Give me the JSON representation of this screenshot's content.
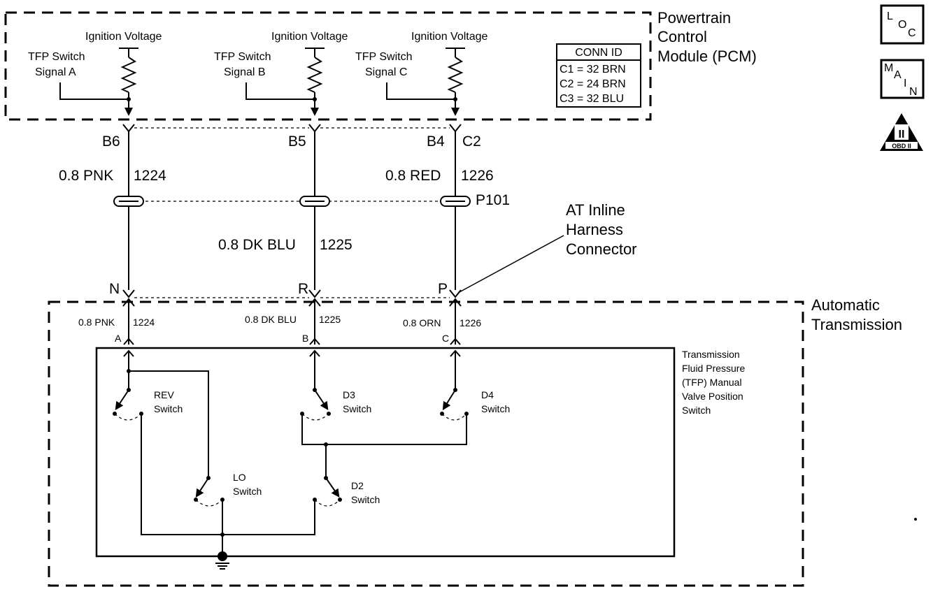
{
  "pcm": {
    "title_line1": "Powertrain",
    "title_line2": "Control",
    "title_line3": "Module (PCM)",
    "ignition_a": "Ignition Voltage",
    "ignition_b": "Ignition Voltage",
    "ignition_c": "Ignition Voltage",
    "signal_a_line1": "TFP Switch",
    "signal_a_line2": "Signal A",
    "signal_b_line1": "TFP Switch",
    "signal_b_line2": "Signal B",
    "signal_c_line1": "TFP Switch",
    "signal_c_line2": "Signal C",
    "conn_header": "CONN ID",
    "conn_rows": [
      "C1 = 32 BRN",
      "C2 = 24 BRN",
      "C3 = 32 BLU"
    ]
  },
  "pins": {
    "b6": "B6",
    "b5": "B5",
    "b4": "B4",
    "c2": "C2",
    "n": "N",
    "r": "R",
    "p": "P",
    "a": "A",
    "b": "B",
    "c": "C"
  },
  "wires": {
    "pnk_top": "0.8 PNK",
    "pnk_top_circuit": "1224",
    "red_top": "0.8 RED",
    "red_top_circuit": "1226",
    "dkblu_mid": "0.8 DK BLU",
    "dkblu_mid_circuit": "1225",
    "pnk_bot": "0.8 PNK",
    "pnk_bot_circuit": "1224",
    "dkblu_bot": "0.8 DK BLU",
    "dkblu_bot_circuit": "1225",
    "orn_bot": "0.8 ORN",
    "orn_bot_circuit": "1226"
  },
  "connector": {
    "id": "P101",
    "callout_line1": "AT Inline",
    "callout_line2": "Harness",
    "callout_line3": "Connector"
  },
  "transmission": {
    "title_line1": "Automatic",
    "title_line2": "Transmission",
    "tfp_line1": "Transmission",
    "tfp_line2": "Fluid Pressure",
    "tfp_line3": "(TFP) Manual",
    "tfp_line4": "Valve Position",
    "tfp_line5": "Switch"
  },
  "switches": {
    "rev_line1": "REV",
    "rev_line2": "Switch",
    "d3_line1": "D3",
    "d3_line2": "Switch",
    "d4_line1": "D4",
    "d4_line2": "Switch",
    "lo_line1": "LO",
    "lo_line2": "Switch",
    "d2_line1": "D2",
    "d2_line2": "Switch"
  },
  "icons": {
    "loc": [
      "L",
      "O",
      "C"
    ],
    "main": [
      "M",
      "A",
      "I",
      "N"
    ],
    "obd_numeral": "II",
    "obd_text": "OBD II"
  }
}
